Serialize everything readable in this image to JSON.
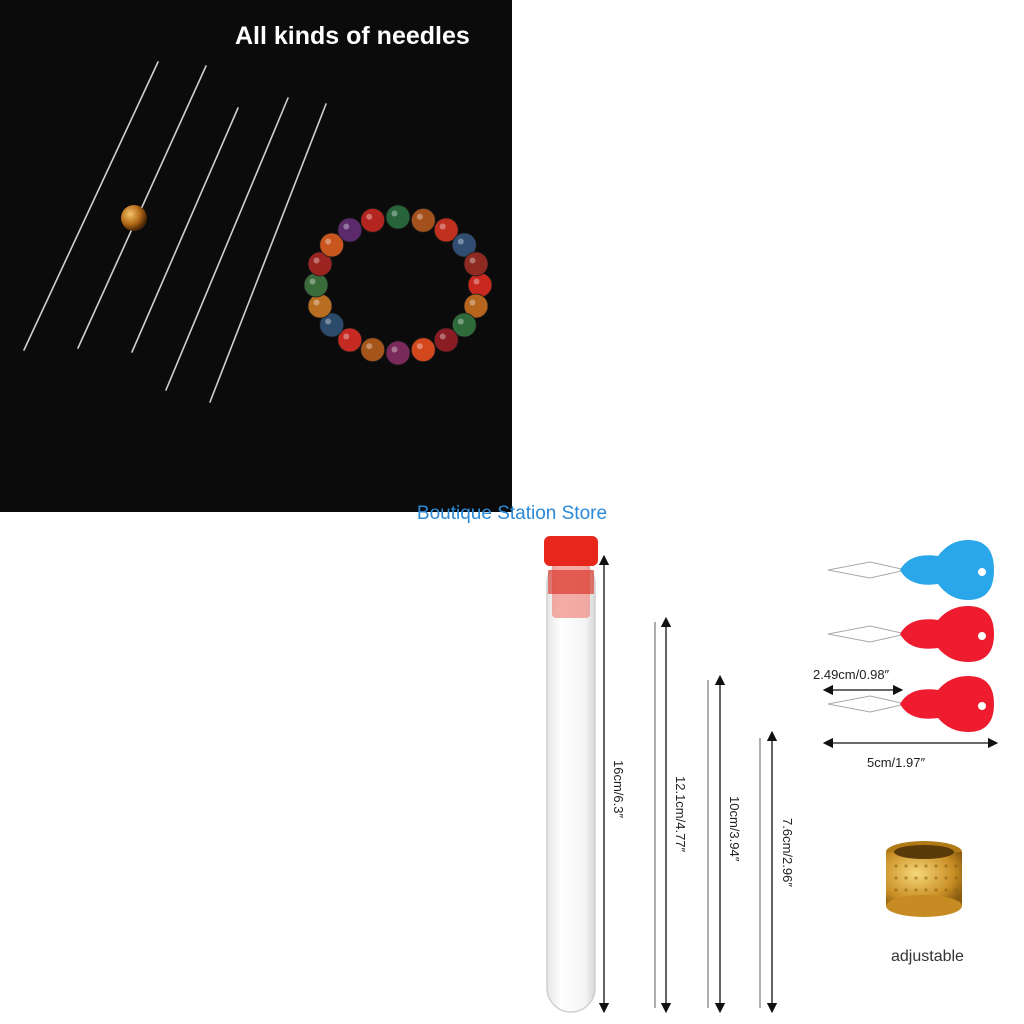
{
  "photo": {
    "title": "All kinds of needles"
  },
  "watermark": "Boutique Station Store",
  "dimensions": {
    "tube": "16cm/6.3″",
    "needle_long": "12.1cm/4.77″",
    "needle_medium": "10cm/3.94″",
    "needle_short": "7.6cm/2.96″",
    "threader_head": "2.49cm/0.98″",
    "threader_total": "5cm/1.97″"
  },
  "thimble": {
    "label": "adjustable"
  },
  "colors": {
    "background_dark": "#0b0b0b",
    "watermark": "#2b8ad8",
    "tube_cap": "#e8271c",
    "threader_blue": "#2aa6ea",
    "threader_red": "#ee1c2e",
    "thimble_gold": "#d8a83a"
  },
  "icons": [
    "needle-icon",
    "bead-bracelet-icon",
    "needle-tube-icon",
    "needle-threader-icon",
    "thimble-icon"
  ]
}
